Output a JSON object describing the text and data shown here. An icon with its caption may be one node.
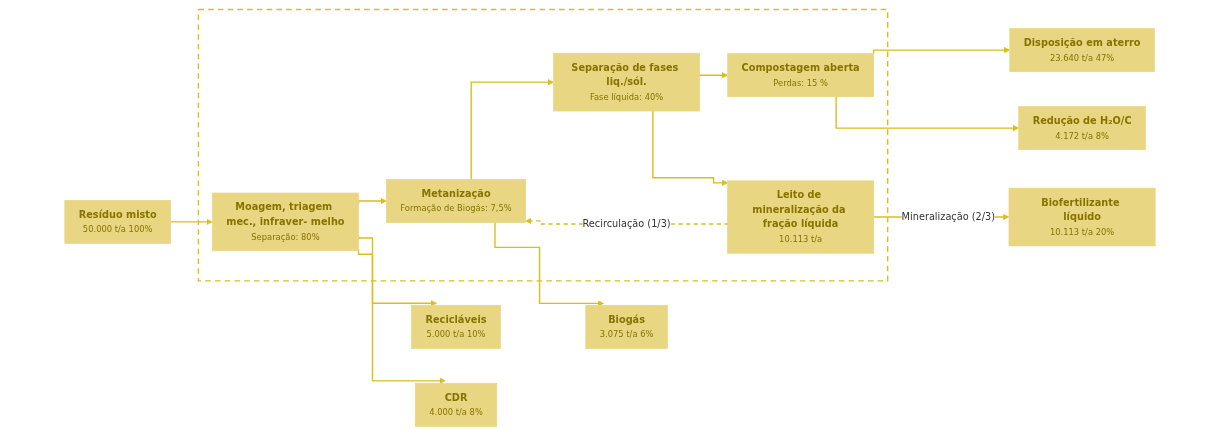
{
  "diagram": {
    "nodes": [
      {
        "text": [
          "Resíduo misto",
          "50.000 t/a 100%"
        ]
      },
      {
        "text": [],
        "shape": "box"
      },
      {
        "text": [
          "Moagem, triagem mec., infraver- melho",
          "Separação: 80%"
        ],
        "in": 1
      },
      {
        "text": [
          "Metanização",
          "Formação de Biogás: 7,5%"
        ],
        "in": 1
      },
      {
        "text": [
          "Separação de fases liq./sól.",
          "Fase líquida: 40%"
        ],
        "in": 1
      },
      {
        "text": [
          "Compostagem aberta",
          "Perdas: 15 %"
        ],
        "in": 1
      },
      {
        "text": [
          "Leito de mineralização da fração líquida",
          "10.113 t/a"
        ],
        "in": 1
      },
      {
        "text": [
          "Disposição em aterro",
          "23.640 t/a 47%"
        ]
      },
      {
        "text": [
          "Recicláveis",
          "5.000 t/a 10%"
        ]
      },
      {
        "text": [
          "CDR",
          "4.000 t/a 8%"
        ]
      },
      {
        "text": [
          "Biogás",
          "3.075 t/a 6%"
        ]
      },
      {
        "text": [
          "Biofertilizante líquido",
          "10.113 t/a 20%"
        ]
      },
      {
        "text": [
          "Redução de H₂O/C",
          "4.172 t/a 8%"
        ]
      }
    ],
    "edges": [
      {
        "from": 0,
        "to": 2,
        "arrow": "to"
      },
      {
        "from": 2,
        "to": 3,
        "arrow": "to"
      },
      {
        "from": 3,
        "to": 4,
        "arrow": "to"
      },
      {
        "from": 4,
        "to": 5,
        "arrow": "to"
      },
      {
        "from": 5,
        "to": 7,
        "arrow": "to"
      },
      {
        "from": 4,
        "to": 6,
        "arrow": "to"
      },
      {
        "from": 6,
        "to": 3,
        "arrow": "to",
        "style": "dashed",
        "label": "Recirculação (1/3)"
      },
      {
        "from": 6,
        "to": 11,
        "arrow": "to",
        "label": "Mineralização (2/3)"
      },
      {
        "from": 2,
        "to": 8,
        "arrow": "to"
      },
      {
        "from": 2,
        "to": 9,
        "arrow": "to"
      },
      {
        "from": 3,
        "to": 10,
        "arrow": "to"
      },
      {
        "from": 5,
        "to": 12,
        "arrow": "to"
      }
    ]
  }
}
